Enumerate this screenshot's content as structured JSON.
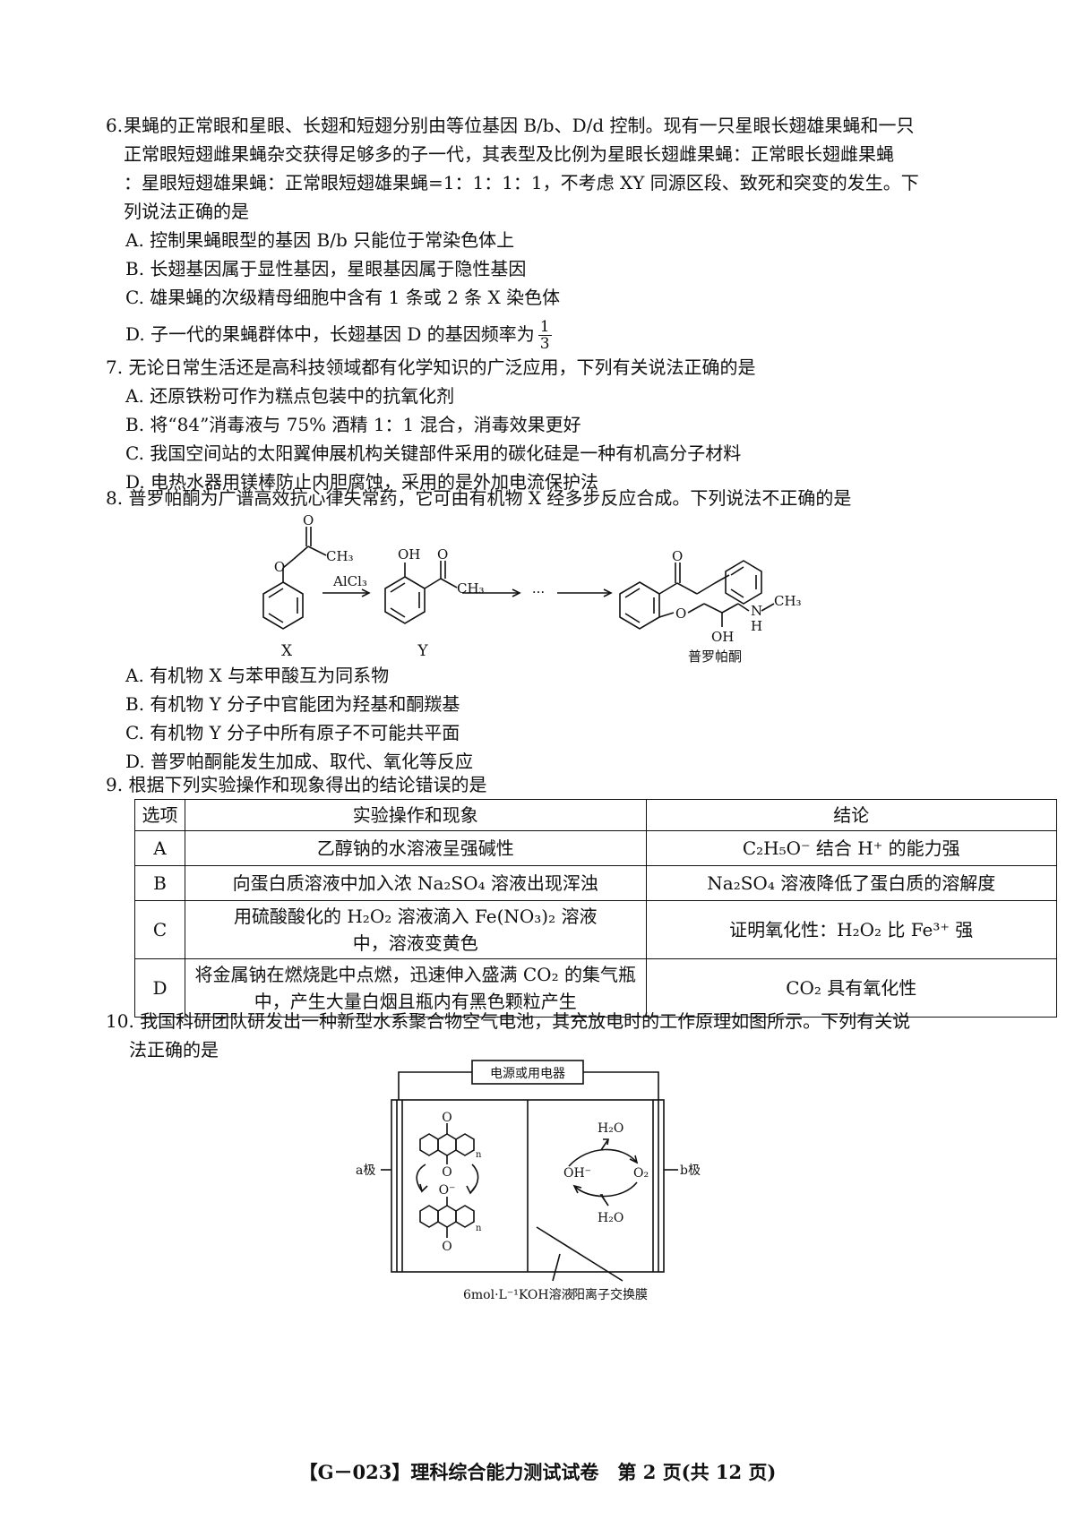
{
  "q6": {
    "stem_num": "6.",
    "stem_lines": [
      "果蝇的正常眼和星眼、长翅和短翅分别由等位基因 B/b、D/d 控制。现有一只星眼长翅雄果蝇和一只",
      "正常眼短翅雌果蝇杂交获得足够多的子一代，其表型及比例为星眼长翅雌果蝇：正常眼长翅雌果蝇",
      "：星眼短翅雄果蝇：正常眼短翅雄果蝇=1：1：1：1，不考虑 XY 同源区段、致死和突变的发生。下",
      "列说法正确的是"
    ],
    "options": [
      "A. 控制果蝇眼型的基因 B/b 只能位于常染色体上",
      "B. 长翅基因属于显性基因，星眼基因属于隐性基因",
      "C. 雄果蝇的次级精母细胞中含有 1 条或 2 条 X 染色体"
    ],
    "option_d": "D. 子一代的果蝇群体中，长翅基因 D 的基因频率为",
    "option_d_frac": {
      "num": "1",
      "den": "3"
    }
  },
  "q7": {
    "stem": "7. 无论日常生活还是高科技领域都有化学知识的广泛应用，下列有关说法正确的是",
    "options": [
      "A. 还原铁粉可作为糕点包装中的抗氧化剂",
      "B. 将“84”消毒液与 75% 酒精 1：1 混合，消毒效果更好",
      "C. 我国空间站的太阳翼伸展机构关键部件采用的碳化硅是一种有机高分子材料",
      "D. 电热水器用镁棒防止内胆腐蚀，采用的是外加电流保护法"
    ]
  },
  "q8": {
    "stem": "8. 普罗帕酮为广谱高效抗心律失常药，它可由有机物 X 经多步反应合成。下列说法不正确的是",
    "scheme": {
      "ch3": "CH₃",
      "oh": "OH",
      "reagent": "AlCl₃",
      "dots": "···",
      "nh_h": "H",
      "label_x": "X",
      "label_y": "Y",
      "label_product": "普罗帕酮"
    },
    "options": [
      "A. 有机物 X 与苯甲酸互为同系物",
      "B. 有机物 Y 分子中官能团为羟基和酮羰基",
      "C. 有机物 Y 分子中所有原子不可能共平面",
      "D. 普罗帕酮能发生加成、取代、氧化等反应"
    ]
  },
  "q9": {
    "stem": "9. 根据下列实验操作和现象得出的结论错误的是",
    "headers": [
      "选项",
      "实验操作和现象",
      "结论"
    ],
    "rows": [
      {
        "opt": "A",
        "op": "乙醇钠的水溶液呈强碱性",
        "con": "C₂H₅O⁻ 结合 H⁺ 的能力强"
      },
      {
        "opt": "B",
        "op": "向蛋白质溶液中加入浓 Na₂SO₄ 溶液出现浑浊",
        "con": "Na₂SO₄ 溶液降低了蛋白质的溶解度"
      },
      {
        "opt": "C",
        "op": "用硫酸酸化的 H₂O₂ 溶液滴入 Fe(NO₃)₂ 溶液中，溶液变黄色",
        "con": "证明氧化性：H₂O₂ 比 Fe³⁺ 强"
      },
      {
        "opt": "D",
        "op": "将金属钠在燃烧匙中点燃，迅速伸入盛满 CO₂ 的集气瓶中，产生大量白烟且瓶内有黑色颗粒产生",
        "con": "CO₂ 具有氧化性"
      }
    ]
  },
  "q10": {
    "stem_lines": [
      "10. 我国科研团队研发出一种新型水系聚合物空气电池，其充放电时的工作原理如图所示。下列有关说",
      "法正确的是"
    ],
    "diagram": {
      "power": "电源或用电器",
      "electrode_a": "a极",
      "electrode_b": "b极",
      "h2o_top": "H₂O",
      "h2o_bottom": "H₂O",
      "oh": "OH⁻",
      "o2": "O₂",
      "o_top": "O",
      "o_bottom": "O",
      "o_minus": "O⁻",
      "n_label": "n",
      "koh": "6mol·L⁻¹KOH溶液",
      "membrane": "阳离子交换膜"
    }
  },
  "footer": "【G－023】理科综合能力测试试卷　第 2 页(共 12 页)"
}
